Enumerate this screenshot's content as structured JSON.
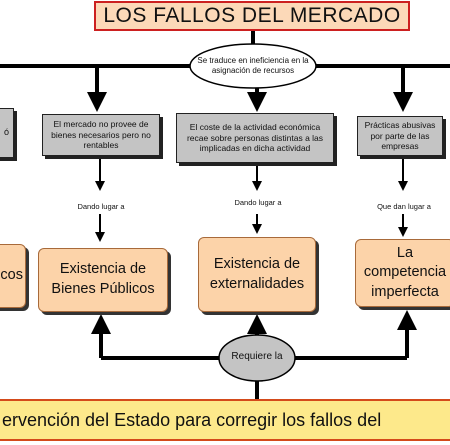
{
  "title": "LOS FALLOS DEL MERCADO",
  "center_node": "Se traduce en ineficiencia en la asignación de recursos",
  "causes": {
    "left_partial": "ó",
    "public_goods": "El mercado no provee de bienes necesarios pero no rentables",
    "externalities": "El coste de la actividad económica recae sobre personas distintas a las implicadas en dicha actividad",
    "competition": "Prácticas abusivas por parte de las empresas"
  },
  "connectors": {
    "public_goods": "Dando lugar a",
    "externalities": "Dando lugar a",
    "competition": "Que dan lugar a"
  },
  "failures": {
    "left_partial": "icos",
    "public_goods": "Existencia de Bienes Públicos",
    "externalities": "Existencia de externalidades",
    "competition": "La competencia imperfecta"
  },
  "requires": "Requiere la",
  "bottom": "ervención del Estado para corregir los fallos del",
  "colors": {
    "title_fill": "#fcd9b8",
    "title_border": "#cc2020",
    "grey_box": "#c4c4c4",
    "orange_box": "#fcd3a9",
    "ellipse": "#c4c4c4",
    "bottom_fill": "#fde98b",
    "bottom_border": "#d44a1a",
    "connector": "#000000"
  }
}
